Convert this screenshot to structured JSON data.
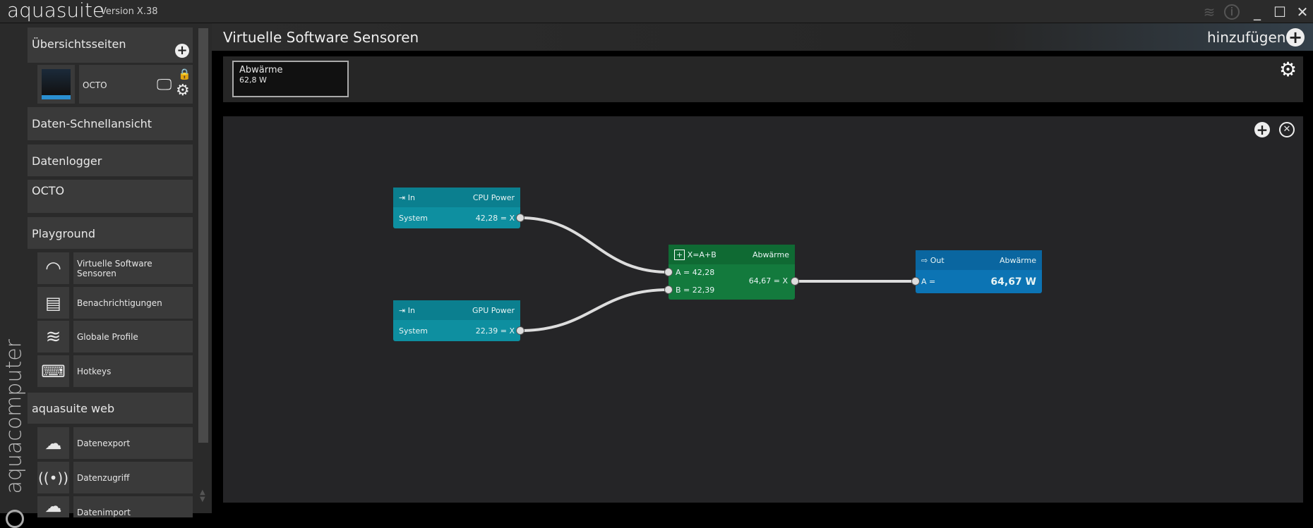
{
  "app": {
    "name": "aquasuite",
    "version": "Version X.38",
    "brand": "aquacomputer"
  },
  "sidebar": {
    "overview_header": "Übersichtsseiten",
    "overview_page": "OCTO",
    "sections": [
      "Daten-Schnellansicht",
      "Datenlogger",
      "OCTO",
      "Playground",
      "aquasuite web"
    ],
    "playground_items": [
      {
        "label": "Virtuelle Software Sensoren",
        "icon": "gauge-icon"
      },
      {
        "label": "Benachrichtigungen",
        "icon": "message-icon"
      },
      {
        "label": "Globale Profile",
        "icon": "layers-icon"
      },
      {
        "label": "Hotkeys",
        "icon": "keyboard-icon"
      }
    ],
    "web_items": [
      {
        "label": "Datenexport",
        "icon": "cloud-upload-icon"
      },
      {
        "label": "Datenzugriff",
        "icon": "broadcast-icon"
      },
      {
        "label": "Datenimport",
        "icon": "cloud-download-icon"
      }
    ]
  },
  "main": {
    "title": "Virtuelle Software Sensoren",
    "add_label": "hinzufügen",
    "tile": {
      "name": "Abwärme",
      "value": "62,8 W"
    }
  },
  "nodes": {
    "cpu": {
      "type": "In",
      "name": "CPU Power",
      "source": "System",
      "value": "42,28 = X"
    },
    "gpu": {
      "type": "In",
      "name": "GPU Power",
      "source": "System",
      "value": "22,39 = X"
    },
    "sum": {
      "formula": "X=A+B",
      "name": "Abwärme",
      "a": "A = 42,28",
      "b": "B = 22,39",
      "out": "64,67 = X"
    },
    "out": {
      "type": "Out",
      "name": "Abwärme",
      "a": "A =",
      "value": "64,67 W"
    }
  },
  "colors": {
    "input": "#0e8fa0",
    "sum": "#137a3d",
    "output": "#0c74b4"
  }
}
